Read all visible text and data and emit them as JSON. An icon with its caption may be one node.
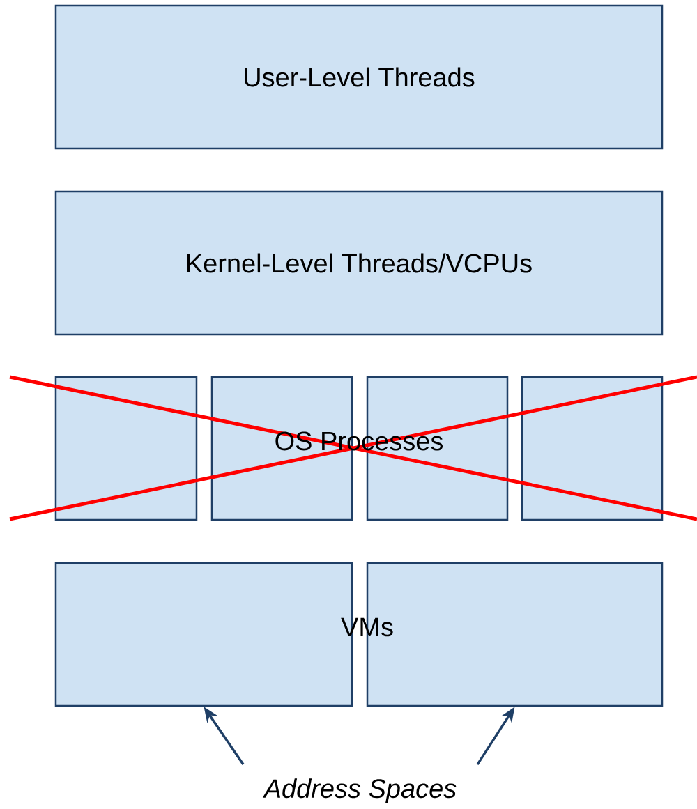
{
  "diagram": {
    "nodes": [
      {
        "text": [
          "User-Level Threads"
        ]
      },
      {
        "text": [
          "Kernel-Level Threads/VCPUs"
        ]
      },
      {
        "text": [],
        "shape": "box"
      },
      {
        "text": [],
        "shape": "box"
      },
      {
        "text": [],
        "shape": "box"
      },
      {
        "text": [],
        "shape": "box"
      },
      {
        "text": [],
        "shape": "box"
      },
      {
        "text": [],
        "shape": "box"
      },
      {
        "text": [
          "Address Spaces"
        ]
      }
    ],
    "edges": [
      {
        "from": 8,
        "to": 6,
        "arrow": "to"
      },
      {
        "from": 8,
        "to": 7,
        "arrow": "to"
      }
    ],
    "labels": [
      "OS Processes",
      "VMs"
    ]
  }
}
